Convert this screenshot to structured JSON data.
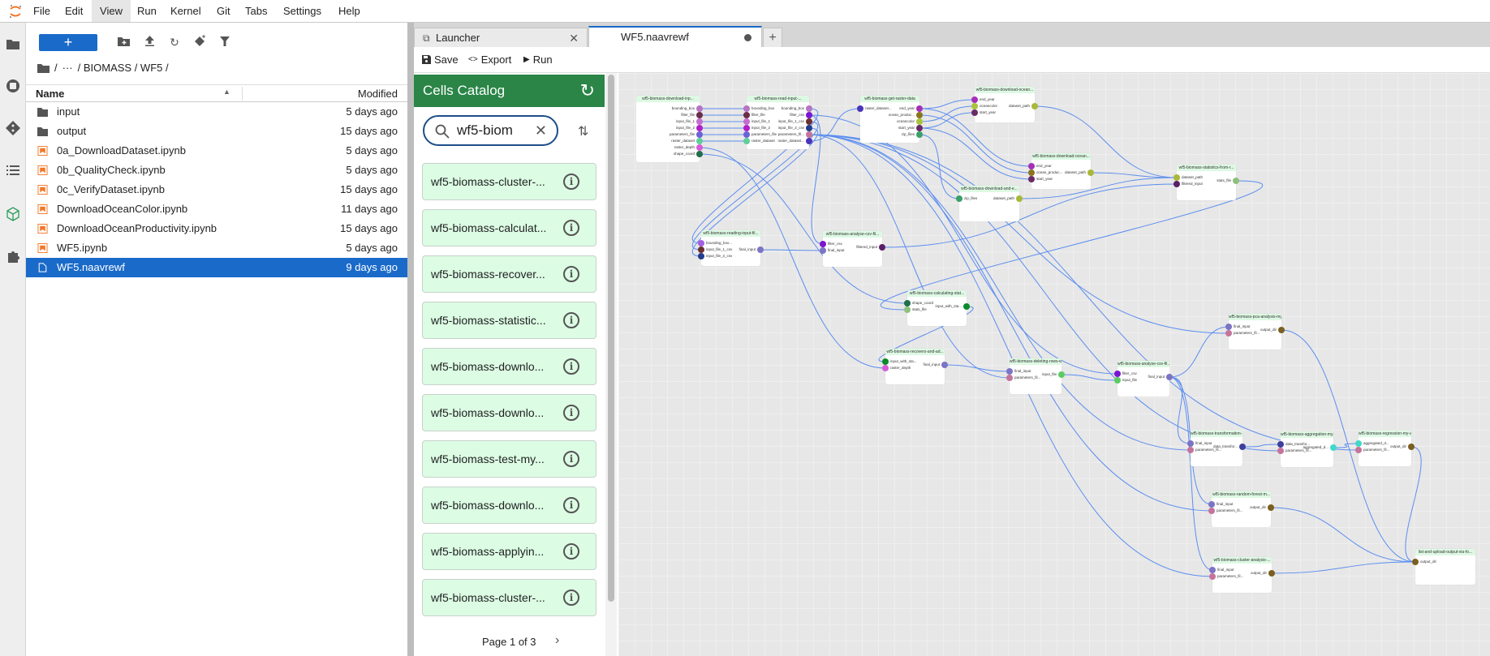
{
  "menu": [
    "File",
    "Edit",
    "View",
    "Run",
    "Kernel",
    "Git",
    "Tabs",
    "Settings",
    "Help"
  ],
  "filebrowser": {
    "breadcrumb": [
      "/",
      "···",
      "/ BIOMASS / WF5 /"
    ],
    "col_name": "Name",
    "col_modified": "Modified",
    "files": [
      {
        "name": "input",
        "modified": "5 days ago",
        "type": "folder"
      },
      {
        "name": "output",
        "modified": "15 days ago",
        "type": "folder"
      },
      {
        "name": "0a_DownloadDataset.ipynb",
        "modified": "5 days ago",
        "type": "notebook"
      },
      {
        "name": "0b_QualityCheck.ipynb",
        "modified": "5 days ago",
        "type": "notebook"
      },
      {
        "name": "0c_VerifyDataset.ipynb",
        "modified": "15 days ago",
        "type": "notebook"
      },
      {
        "name": "DownloadOceanColor.ipynb",
        "modified": "11 days ago",
        "type": "notebook"
      },
      {
        "name": "DownloadOceanProductivity.ipynb",
        "modified": "15 days ago",
        "type": "notebook"
      },
      {
        "name": "WF5.ipynb",
        "modified": "5 days ago",
        "type": "notebook"
      },
      {
        "name": "WF5.naavrewf",
        "modified": "9 days ago",
        "type": "file",
        "selected": true
      }
    ]
  },
  "tabs": [
    {
      "label": "Launcher"
    },
    {
      "label": "WF5.naavrewf",
      "active": true
    }
  ],
  "toolbar": {
    "save": "Save",
    "export": "Export",
    "run": "Run"
  },
  "catalog": {
    "title": "Cells Catalog",
    "search_value": "wf5-biom",
    "items": [
      "wf5-biomass-cluster-...",
      "wf5-biomass-calculat...",
      "wf5-biomass-recover...",
      "wf5-biomass-statistic...",
      "wf5-biomass-downlo...",
      "wf5-biomass-downlo...",
      "wf5-biomass-test-my...",
      "wf5-biomass-downlo...",
      "wf5-biomass-applyin...",
      "wf5-biomass-cluster-..."
    ],
    "pagination": "Page 1 of 3"
  },
  "colors": {
    "accent": "#1a6ac9",
    "catalog_header": "#2a8547",
    "catalog_item": "#dcfce4",
    "edge": "#5b8def",
    "notebook": "#f37626"
  },
  "workflow": {
    "nodes": [
      {
        "id": "A",
        "title": "wf5-biomass-download-inp...",
        "inputs": [],
        "outputs": [
          "bounding_box",
          "filter_file",
          "input_file_1",
          "input_file_2",
          "parameters_file",
          "raster_dataset",
          "raster_depth",
          "shape_coord"
        ]
      },
      {
        "id": "B",
        "title": "wf5-biomass-read-input-...",
        "inputs": [
          "bounding_box",
          "filter_file",
          "input_file_1",
          "input_file_2",
          "parameters_file",
          "raster_dataset"
        ],
        "outputs": [
          "bounding_box",
          "filter_csv",
          "input_file_1_csv",
          "input_file_2_csv",
          "parameters_fil...",
          "raster_dataset..."
        ]
      },
      {
        "id": "C",
        "title": "wf5-biomass-get-raster-data",
        "inputs": [
          "raster_dataset..."
        ],
        "outputs": [
          "end_year",
          "ocean_produc...",
          "oceancolor",
          "start_year",
          "zip_files"
        ]
      },
      {
        "id": "D",
        "title": "wf5-biomass-download-ocean...",
        "inputs": [
          "end_year",
          "oceancolor",
          "start_year"
        ],
        "outputs": [
          "dataset_path"
        ]
      },
      {
        "id": "E",
        "title": "wf5-biomass-download-ocean...",
        "inputs": [
          "end_year",
          "ocean_produc...",
          "start_year"
        ],
        "outputs": [
          "dataset_path"
        ]
      },
      {
        "id": "F",
        "title": "wf5-biomass-statistics-from-r...",
        "inputs": [
          "dataset_path",
          "filtered_input"
        ],
        "outputs": [
          "stats_file"
        ]
      },
      {
        "id": "G",
        "title": "wf5-biomass-download-and-e...",
        "inputs": [
          "zip_files"
        ],
        "outputs": [
          "dataset_path"
        ]
      },
      {
        "id": "H",
        "title": "wf5-biomass-reading-input-fil...",
        "inputs": [
          "bounding_box...",
          "input_file_1_csv",
          "input_file_2_csv"
        ],
        "outputs": [
          "final_input"
        ]
      },
      {
        "id": "I",
        "title": "wf5-biomass-analyse-csv-fil...",
        "inputs": [
          "filter_csv",
          "final_input"
        ],
        "outputs": [
          "filtered_input"
        ]
      },
      {
        "id": "J",
        "title": "wf5-biomass-calculating-stat...",
        "inputs": [
          "shape_coord",
          "stats_file"
        ],
        "outputs": [
          "input_with_sta..."
        ]
      },
      {
        "id": "K",
        "title": "wf5-biomass-recovers-and-ad...",
        "inputs": [
          "input_with_sta...",
          "raster_depth"
        ],
        "outputs": [
          "final_input"
        ]
      },
      {
        "id": "L",
        "title": "wf5-biomass-deleting-rows-wi...",
        "inputs": [
          "final_input",
          "parameters_fil..."
        ],
        "outputs": [
          "input_file"
        ]
      },
      {
        "id": "M",
        "title": "wf5-biomass-analyse-csv-fil...",
        "inputs": [
          "filter_csv",
          "input_file"
        ],
        "outputs": [
          "final_input"
        ]
      },
      {
        "id": "N",
        "title": "wf5-biomass-pca-analysis-my...",
        "inputs": [
          "final_input",
          "parameters_fil..."
        ],
        "outputs": [
          "output_dir"
        ]
      },
      {
        "id": "O",
        "title": "wf5-biomass-transformation-...",
        "inputs": [
          "final_input",
          "parameters_fil..."
        ],
        "outputs": [
          "data_transfor..."
        ]
      },
      {
        "id": "P",
        "title": "wf5-biomass-aggregation-my...",
        "inputs": [
          "data_transfor...",
          "parameters_fil..."
        ],
        "outputs": [
          "aggregated_d..."
        ]
      },
      {
        "id": "Q",
        "title": "wf5-biomass-regression-my-a...",
        "inputs": [
          "aggregated_d...",
          "parameters_fil..."
        ],
        "outputs": [
          "output_dir"
        ]
      },
      {
        "id": "R",
        "title": "wf5-biomass-random-forest-m...",
        "inputs": [
          "final_input",
          "parameters_fil..."
        ],
        "outputs": [
          "output_dir"
        ]
      },
      {
        "id": "S",
        "title": "wf5-biomass-cluster-analysis-...",
        "inputs": [
          "final_input",
          "parameters_fil..."
        ],
        "outputs": [
          "output_dir"
        ]
      },
      {
        "id": "T",
        "title": "list-and-upload-output-via-fo...",
        "inputs": [
          "output_dir"
        ],
        "outputs": []
      }
    ],
    "edges": [
      [
        "A",
        0,
        "B",
        0
      ],
      [
        "A",
        1,
        "B",
        1
      ],
      [
        "A",
        2,
        "B",
        2
      ],
      [
        "A",
        3,
        "B",
        3
      ],
      [
        "A",
        4,
        "B",
        4
      ],
      [
        "A",
        5,
        "B",
        5
      ],
      [
        "A",
        6,
        "K",
        1
      ],
      [
        "A",
        7,
        "J",
        0
      ],
      [
        "B",
        0,
        "H",
        0
      ],
      [
        "B",
        2,
        "H",
        1
      ],
      [
        "B",
        3,
        "H",
        2
      ],
      [
        "B",
        1,
        "I",
        0
      ],
      [
        "B",
        1,
        "M",
        0
      ],
      [
        "B",
        5,
        "C",
        0
      ],
      [
        "B",
        4,
        "L",
        1
      ],
      [
        "B",
        4,
        "N",
        1
      ],
      [
        "B",
        4,
        "O",
        1
      ],
      [
        "B",
        4,
        "P",
        1
      ],
      [
        "B",
        4,
        "Q",
        1
      ],
      [
        "B",
        4,
        "R",
        1
      ],
      [
        "B",
        4,
        "S",
        1
      ],
      [
        "C",
        0,
        "D",
        0
      ],
      [
        "C",
        0,
        "E",
        0
      ],
      [
        "C",
        1,
        "E",
        1
      ],
      [
        "C",
        2,
        "D",
        1
      ],
      [
        "C",
        3,
        "D",
        2
      ],
      [
        "C",
        3,
        "E",
        2
      ],
      [
        "C",
        4,
        "G",
        0
      ],
      [
        "D",
        0,
        "F",
        0
      ],
      [
        "E",
        0,
        "F",
        0
      ],
      [
        "G",
        0,
        "F",
        0
      ],
      [
        "H",
        0,
        "I",
        1
      ],
      [
        "I",
        0,
        "F",
        1
      ],
      [
        "F",
        0,
        "J",
        1
      ],
      [
        "J",
        0,
        "K",
        0
      ],
      [
        "K",
        0,
        "L",
        0
      ],
      [
        "L",
        0,
        "M",
        1
      ],
      [
        "M",
        0,
        "N",
        0
      ],
      [
        "M",
        0,
        "O",
        0
      ],
      [
        "M",
        0,
        "R",
        0
      ],
      [
        "M",
        0,
        "S",
        0
      ],
      [
        "O",
        0,
        "P",
        0
      ],
      [
        "P",
        0,
        "Q",
        0
      ],
      [
        "N",
        0,
        "T",
        0
      ],
      [
        "Q",
        0,
        "T",
        0
      ],
      [
        "R",
        0,
        "T",
        0
      ],
      [
        "S",
        0,
        "T",
        0
      ]
    ],
    "port_colors": {
      "bounding_box": "#b574c4",
      "bounding_box...": "#a45ee0",
      "filter_file": "#6b2c4a",
      "input_file_1": "#c46cd0",
      "input_file_2": "#b01ec8",
      "parameters_file": "#6a62d8",
      "raster_dataset": "#5fcf9a",
      "raster_dataset...": "#4a35b8",
      "raster_depth": "#d85cd8",
      "shape_coord": "#1f6e4c",
      "filter_csv": "#7a16d0",
      "input_file_1_csv": "#6b3030",
      "input_file_2_csv": "#233d8c",
      "parameters_fil...": "#c4749a",
      "end_year": "#a530b8",
      "ocean_produc...": "#8a7420",
      "oceancolor": "#a8c43a",
      "start_year": "#6a2a66",
      "zip_files": "#3aa068",
      "dataset_path": "#a8b83a",
      "filtered_input": "#5a1f66",
      "stats_file": "#8ec07c",
      "final_input": "#7c74c4",
      "input_with_sta...": "#0b8a2a",
      "input_file": "#5ccc60",
      "output_dir": "#7a5f20",
      "data_transfor...": "#3d3f9e",
      "aggregated_d...": "#40d8c8"
    }
  }
}
